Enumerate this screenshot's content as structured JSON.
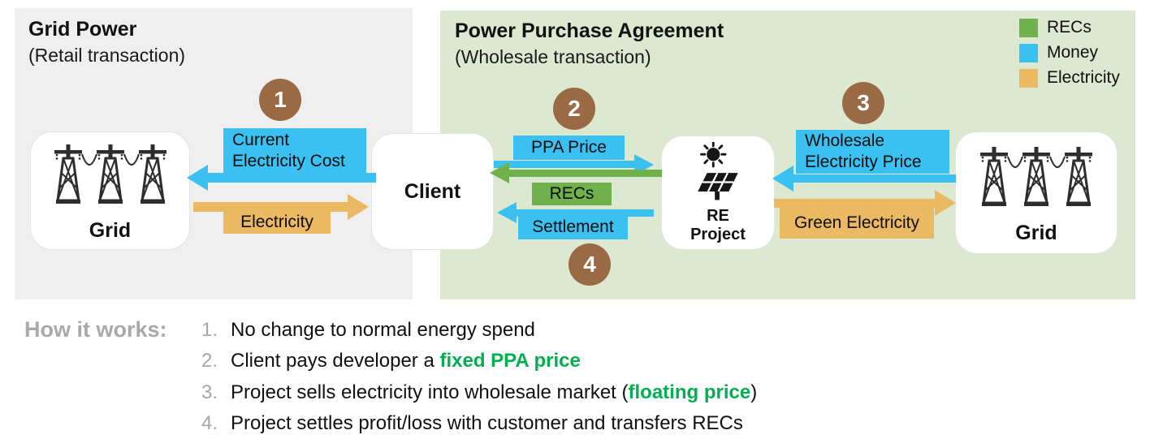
{
  "panels": {
    "grid_power": {
      "title": "Grid Power",
      "subtitle": "(Retail transaction)"
    },
    "ppa": {
      "title": "Power Purchase Agreement",
      "subtitle": "(Wholesale transaction)"
    }
  },
  "legend": {
    "items": [
      {
        "label": "RECs",
        "color": "#6fb14a"
      },
      {
        "label": "Money",
        "color": "#3bc1f1"
      },
      {
        "label": "Electricity",
        "color": "#eab962"
      }
    ]
  },
  "nodes": {
    "grid_left": "Grid",
    "client": "Client",
    "re_project": "RE\nProject",
    "grid_right": "Grid"
  },
  "steps": [
    "1",
    "2",
    "3",
    "4"
  ],
  "flows": {
    "current_electricity_cost": "Current Electricity Cost",
    "electricity": "Electricity",
    "ppa_price": "PPA Price",
    "recs": "RECs",
    "settlement": "Settlement",
    "wholesale_electricity_price": "Wholesale Electricity Price",
    "green_electricity": "Green Electricity"
  },
  "colors": {
    "money": "#3bc1f1",
    "recs": "#6fb14a",
    "electricity": "#eab962",
    "step_marker": "#9a6a45",
    "highlight_text": "#00b050",
    "grid_panel_bg": "#efefef",
    "ppa_panel_bg": "#dce8d0"
  },
  "how_it_works": {
    "heading": "How it works:",
    "items": [
      {
        "num": "1.",
        "pre": "No change to normal energy spend",
        "highlight": "",
        "post": ""
      },
      {
        "num": "2.",
        "pre": "Client pays developer a ",
        "highlight": "fixed PPA price",
        "post": ""
      },
      {
        "num": "3.",
        "pre": "Project sells electricity into wholesale market (",
        "highlight": "floating price",
        "post": ")"
      },
      {
        "num": "4.",
        "pre": "Project settles profit/loss with customer and transfers RECs",
        "highlight": "",
        "post": ""
      }
    ]
  }
}
